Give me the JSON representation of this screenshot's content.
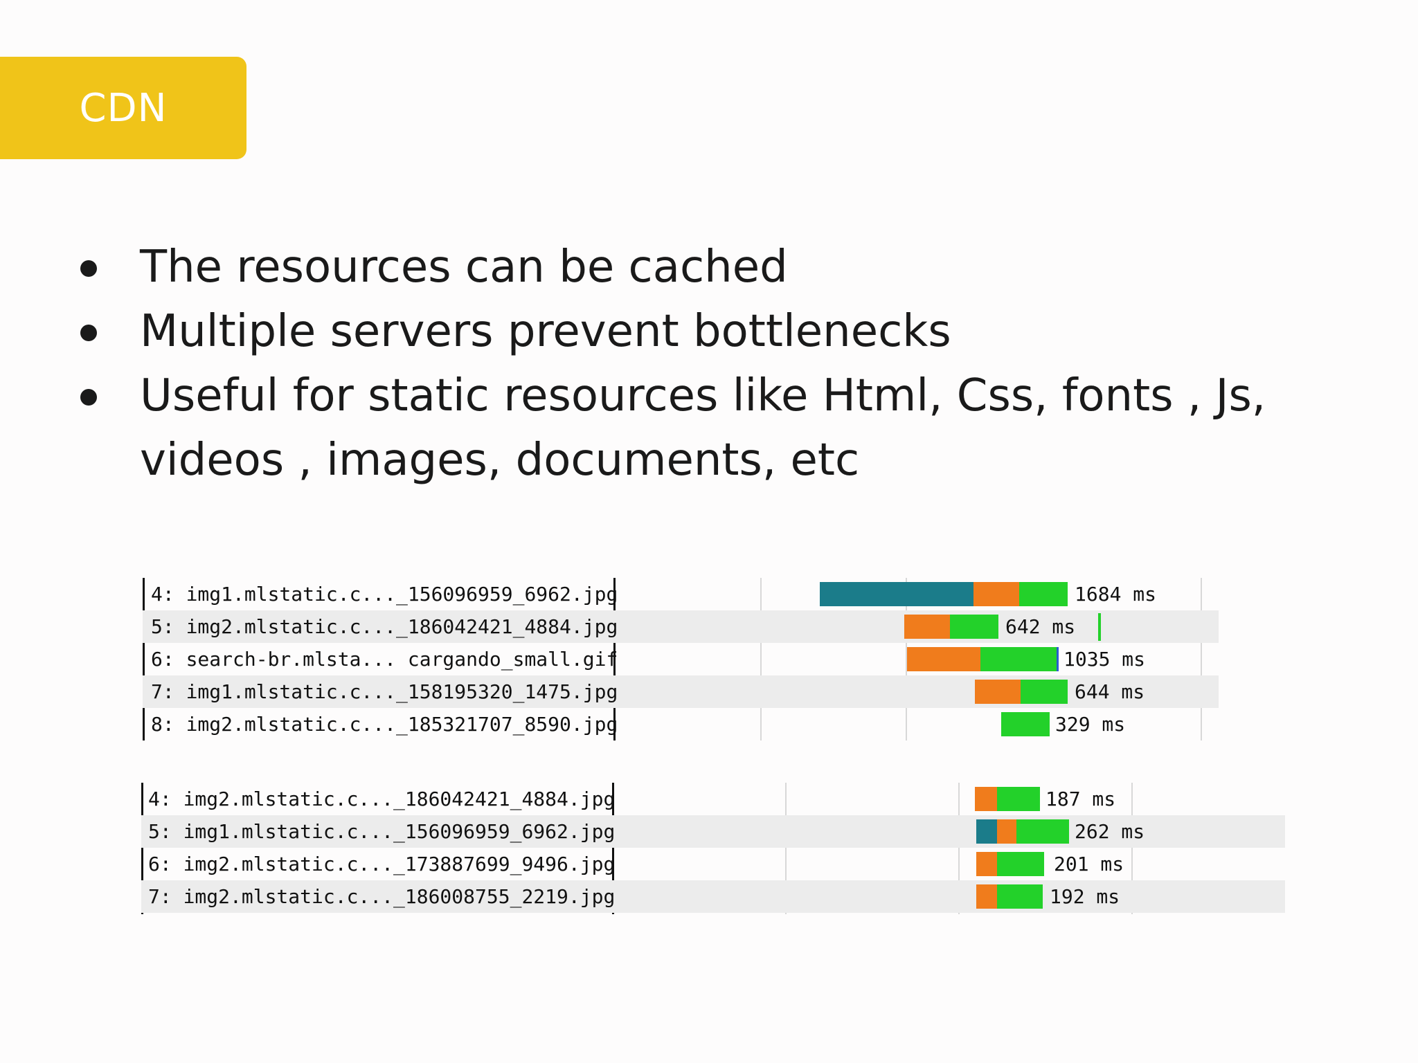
{
  "tag": {
    "label": "CDN"
  },
  "bullets": [
    "The resources can be cached",
    "Multiple servers prevent bottlenecks",
    "Useful for static resources like Html, Css, fonts , Js,",
    "videos , images, documents, etc"
  ],
  "waterfall_1": {
    "rows": [
      {
        "label": "4: img1.mlstatic.c..._156096959_6962.jpg",
        "time": "1684 ms",
        "segments": [
          {
            "color": "teal"
          },
          {
            "color": "orange"
          },
          {
            "color": "green"
          }
        ]
      },
      {
        "label": "5: img2.mlstatic.c..._186042421_4884.jpg",
        "time": "642 ms",
        "segments": [
          {
            "color": "orange"
          },
          {
            "color": "green"
          }
        ]
      },
      {
        "label": "6: search-br.mlsta... cargando_small.gif",
        "time": "1035 ms",
        "segments": [
          {
            "color": "orange"
          },
          {
            "color": "green"
          }
        ]
      },
      {
        "label": "7: img1.mlstatic.c..._158195320_1475.jpg",
        "time": "644 ms",
        "segments": [
          {
            "color": "orange"
          },
          {
            "color": "green"
          }
        ]
      },
      {
        "label": "8: img2.mlstatic.c..._185321707_8590.jpg",
        "time": "329 ms",
        "segments": [
          {
            "color": "green"
          }
        ]
      }
    ]
  },
  "waterfall_2": {
    "rows": [
      {
        "label": "4: img2.mlstatic.c..._186042421_4884.jpg",
        "time": "187 ms",
        "segments": [
          {
            "color": "orange"
          },
          {
            "color": "green"
          }
        ]
      },
      {
        "label": "5: img1.mlstatic.c..._156096959_6962.jpg",
        "time": "262 ms",
        "segments": [
          {
            "color": "teal"
          },
          {
            "color": "orange"
          },
          {
            "color": "green"
          }
        ]
      },
      {
        "label": "6: img2.mlstatic.c..._173887699_9496.jpg",
        "time": "201 ms",
        "segments": [
          {
            "color": "orange"
          },
          {
            "color": "green"
          }
        ]
      },
      {
        "label": "7: img2.mlstatic.c..._186008755_2219.jpg",
        "time": "192 ms",
        "segments": [
          {
            "color": "orange"
          },
          {
            "color": "green"
          }
        ]
      }
    ]
  },
  "colors": {
    "teal": "#1b7c8a",
    "orange": "#f07c1c",
    "green": "#23d12a",
    "accent": "#f0c419"
  }
}
